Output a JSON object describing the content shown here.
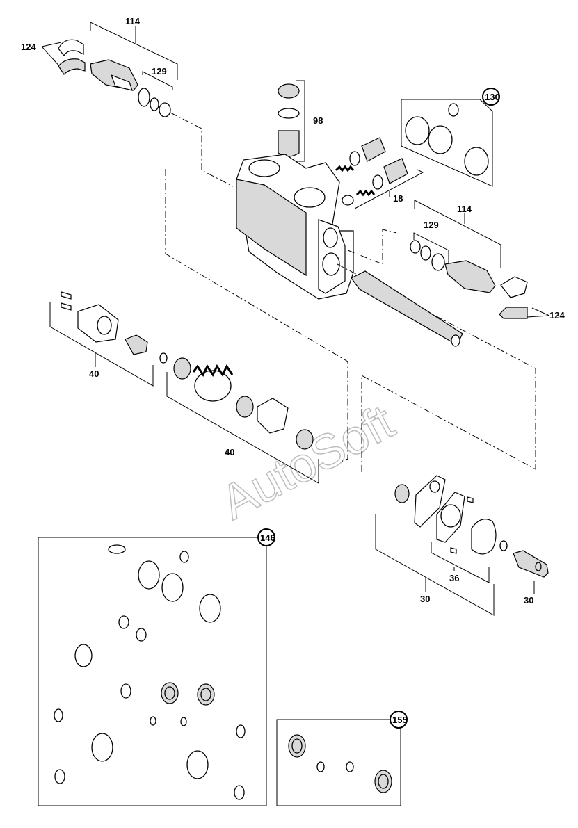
{
  "diagram": {
    "watermark": "AutoSoft",
    "labels": {
      "l114_top": "114",
      "l124_top": "124",
      "l129_top": "129",
      "l98": "98",
      "l130": "130",
      "l18": "18",
      "l114_right": "114",
      "l129_right": "129",
      "l124_right": "124",
      "l40_left": "40",
      "l40_mid": "40",
      "l146": "146",
      "l36": "36",
      "l30_a": "30",
      "l30_b": "30",
      "l155": "155"
    }
  }
}
